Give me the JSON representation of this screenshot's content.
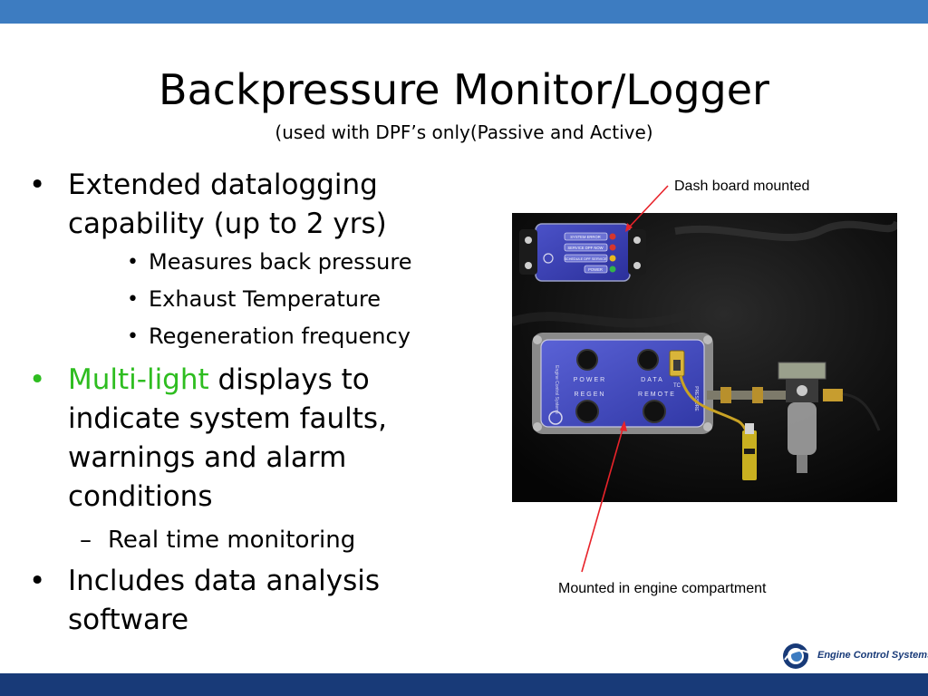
{
  "slide": {
    "title": "Backpressure Monitor/Logger",
    "subtitle": "(used with DPF’s only(Passive and Active)"
  },
  "bullets": {
    "b1": "Extended datalogging capability (up to 2 yrs)",
    "sub1": [
      "Measures back pressure",
      "Exhaust Temperature",
      "Regeneration frequency"
    ],
    "b2_highlight": "Multi-light",
    "b2_rest": " displays to indicate system faults, warnings and alarm conditions",
    "sub2": "Real time monitoring",
    "b3": "Includes data analysis software",
    "bullet_glyph": "•",
    "dash_glyph": "–"
  },
  "photo": {
    "dash_labels": [
      "SYSTEM ERROR",
      "SERVICE DPF NOW",
      "SCHEDULE DPF SERVICE",
      "POWER"
    ],
    "unit_labels": {
      "power": "POWER",
      "data": "DATA",
      "regen": "REGEN",
      "remote": "REMOTE",
      "tc": "TC",
      "pressure": "PRESSURE",
      "brand": "Engine Control Systems"
    }
  },
  "callouts": {
    "dash": "Dash board mounted",
    "engine": "Mounted in engine compartment"
  },
  "footer": {
    "logo_text": "Engine Control Systems"
  },
  "colors": {
    "top_bar": "#3d7cc1",
    "bottom_bar": "#183a78",
    "highlight_green": "#2ebd20",
    "arrow_red": "#e8232a"
  }
}
